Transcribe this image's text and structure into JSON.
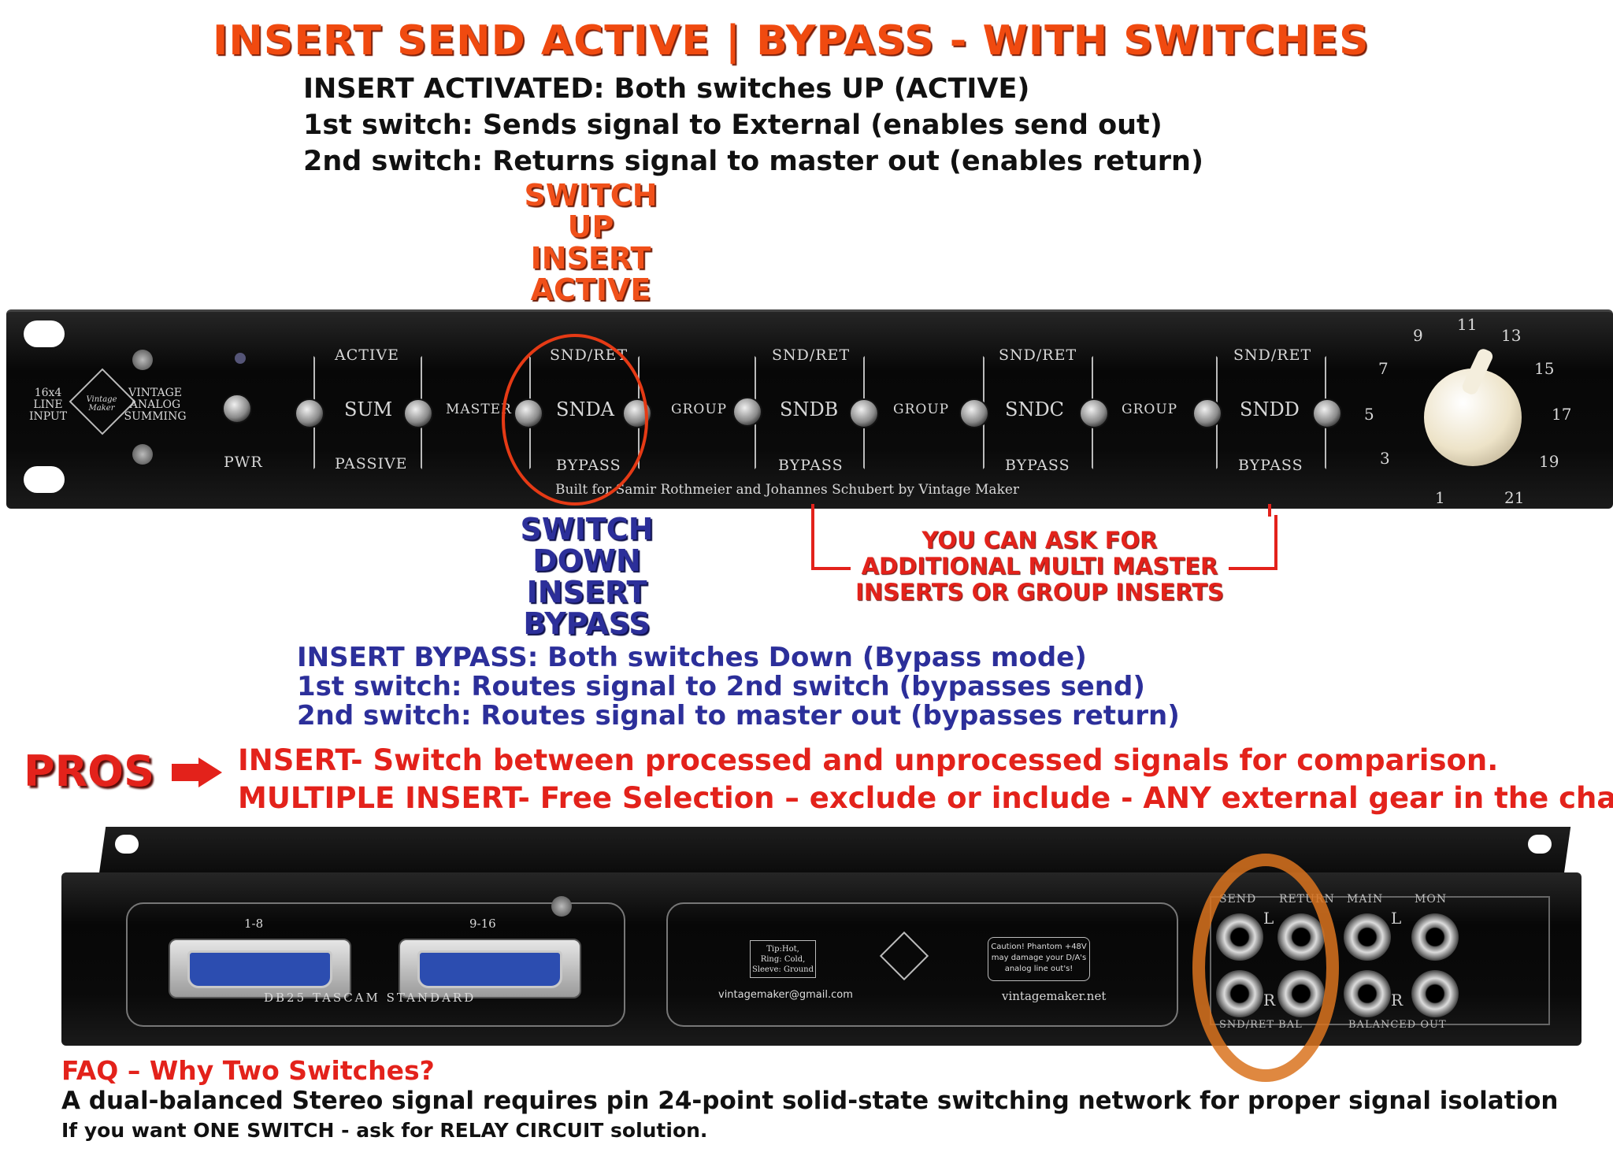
{
  "title": "INSERT SEND ACTIVE | BYPASS - WITH SWITCHES",
  "insert_activated": [
    "INSERT ACTIVATED: Both switches UP (ACTIVE)",
    "1st switch: Sends signal to External (enables send out)",
    "2nd switch: Returns signal to master out (enables return)"
  ],
  "switch_up_label": [
    "SWITCH",
    "UP",
    "INSERT",
    "ACTIVE"
  ],
  "switch_down_label": [
    "SWITCH",
    "DOWN",
    "INSERT",
    "BYPASS"
  ],
  "front_panel": {
    "brand_left": [
      "16x4",
      "LINE",
      "INPUT"
    ],
    "brand_right": [
      "VINTAGE",
      "ANALOG",
      "SUMMING"
    ],
    "logo": "Vintage Maker",
    "pwr": "PWR",
    "sum_group": {
      "top": "ACTIVE",
      "center": "SUM",
      "bottom": "PASSIVE",
      "side": "MASTER"
    },
    "inserts": [
      {
        "top": "SND/RET",
        "center": "SNDA",
        "bottom": "BYPASS",
        "side": "GROUP"
      },
      {
        "top": "SND/RET",
        "center": "SNDB",
        "bottom": "BYPASS",
        "side": "GROUP"
      },
      {
        "top": "SND/RET",
        "center": "SNDC",
        "bottom": "BYPASS",
        "side": "GROUP"
      },
      {
        "top": "SND/RET",
        "center": "SNDD",
        "bottom": "BYPASS",
        "side": ""
      }
    ],
    "built_for": "Built for Samir Rothmeier and Johannes Schubert by Vintage Maker",
    "knob_scale": [
      "1",
      "3",
      "5",
      "7",
      "9",
      "11",
      "13",
      "15",
      "17",
      "19",
      "21"
    ]
  },
  "multi_master_note": [
    "YOU CAN ASK FOR",
    "ADDITIONAL MULTI MASTER",
    "INSERTS OR GROUP INSERTS"
  ],
  "insert_bypass": [
    "INSERT BYPASS: Both switches Down (Bypass mode)",
    "1st switch: Routes signal to 2nd switch (bypasses send)",
    "2nd switch: Routes signal to master out (bypasses return)"
  ],
  "pros": {
    "label": "PROS",
    "lines": [
      "INSERT- Switch between processed and unprocessed signals for comparison.",
      "MULTIPLE INSERT- Free Selection – exclude or include - ANY external gear in the chain."
    ]
  },
  "rear_panel": {
    "db25_labels": [
      "1-8",
      "9-16"
    ],
    "db25_standard": "DB25 TASCAM STANDARD",
    "tip_note": [
      "Tip:Hot,",
      "Ring: Cold,",
      "Sleeve: Ground"
    ],
    "caution": [
      "Caution! Phantom +48V",
      "may damage your D/A's",
      "analog line out's!"
    ],
    "email": "vintagemaker@gmail.com",
    "website": "vintagemaker.net",
    "jack_headers": [
      "SEND",
      "RETURN",
      "MAIN",
      "MON"
    ],
    "jack_footers": [
      "SND/RET BAL",
      "BALANCED OUT"
    ],
    "lr": [
      "L",
      "R"
    ]
  },
  "faq": {
    "heading": "FAQ – Why Two Switches?",
    "line1": "A dual-balanced Stereo signal requires pin 24-point solid-state switching network for proper signal isolation",
    "line2": "If you want ONE SWITCH - ask for RELAY CIRCUIT solution."
  },
  "colors": {
    "title_orange": "#f04a10",
    "bypass_blue": "#2c2f9a",
    "pros_red": "#e3221b",
    "highlight_orange": "#d9731f"
  }
}
